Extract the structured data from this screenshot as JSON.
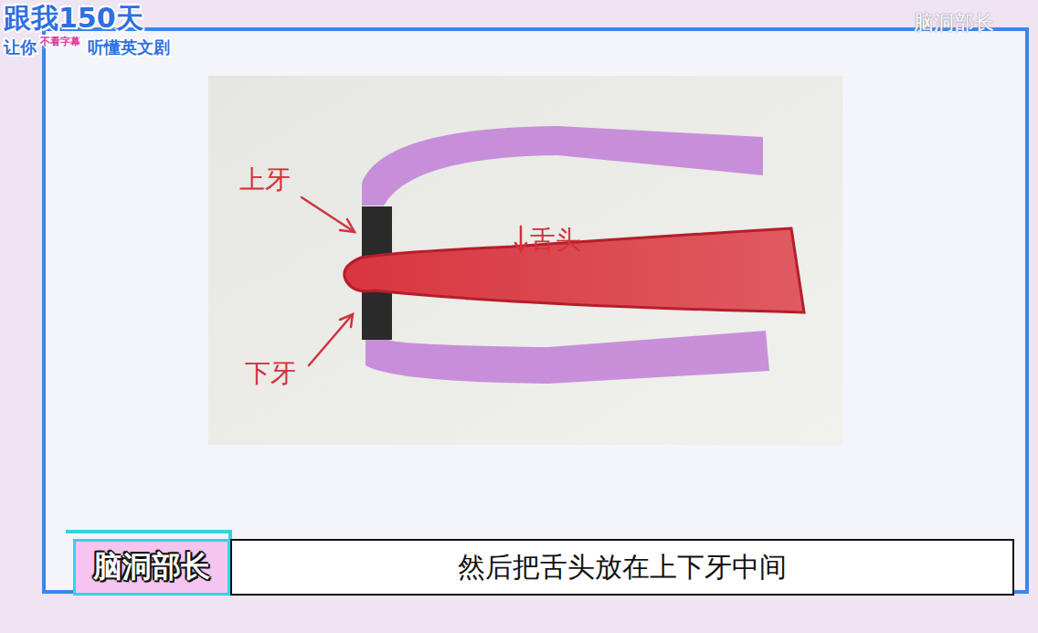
{
  "diagram": {
    "nodes": [
      {
        "text": [
          "脑洞部长"
        ]
      },
      {
        "text": [
          "然后把舌头放在上下牙中间"
        ]
      }
    ],
    "labels": [
      "跟我150天",
      "让你",
      "不看字幕",
      "听懂英文剧",
      "脑洞部长",
      "上牙",
      "下牙",
      "舌头"
    ]
  }
}
